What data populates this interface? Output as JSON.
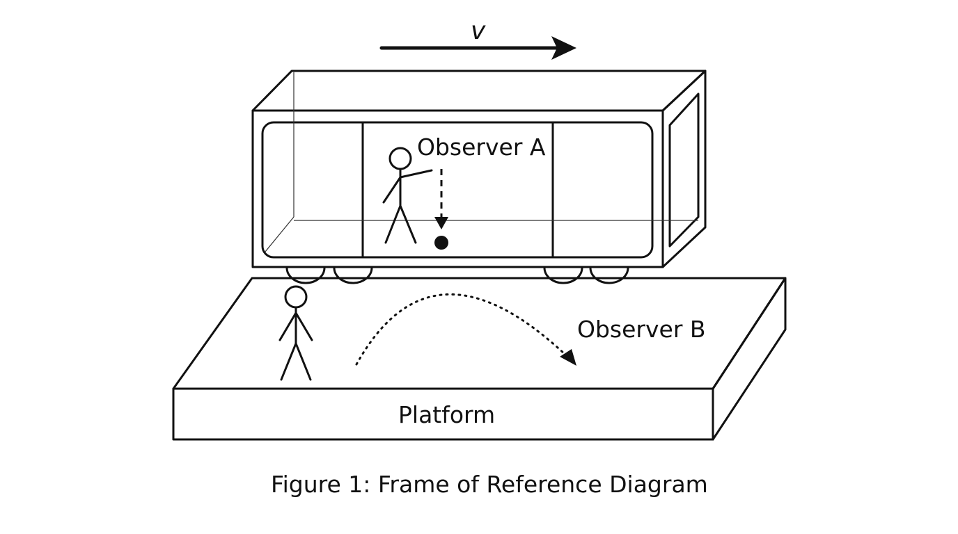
{
  "velocity_label": "v",
  "observer_a_label": "Observer A",
  "observer_b_label": "Observer B",
  "platform_label": "Platform",
  "caption": "Figure 1: Frame of Reference Diagram"
}
